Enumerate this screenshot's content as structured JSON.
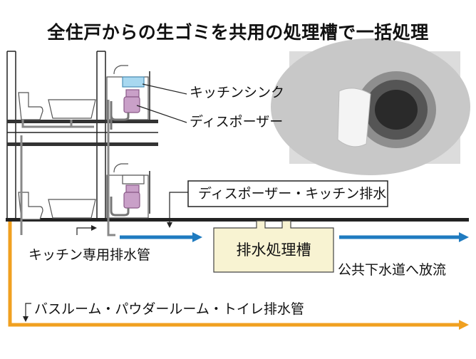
{
  "title": "全住戸からの生ゴミを共用の処理槽で一括処理",
  "labels": {
    "kitchen_sink": "キッチンシンク",
    "disposer": "ディスポーザー",
    "disposer_kitchen_drain": "ディスポーザー・キッチン排水",
    "kitchen_drain_pipe": "キッチン専用排水管",
    "treatment_tank": "排水処理槽",
    "public_sewer": "公共下水道へ放流",
    "other_drain": "バスルーム・パウダールーム・トイレ排水管"
  },
  "colors": {
    "kitchen_flow": "#1f7bc0",
    "other_flow": "#f0a020",
    "tank_fill": "#f8f3d2",
    "disposer": "#c9a0c8",
    "sink_water": "#a8d8f0"
  }
}
